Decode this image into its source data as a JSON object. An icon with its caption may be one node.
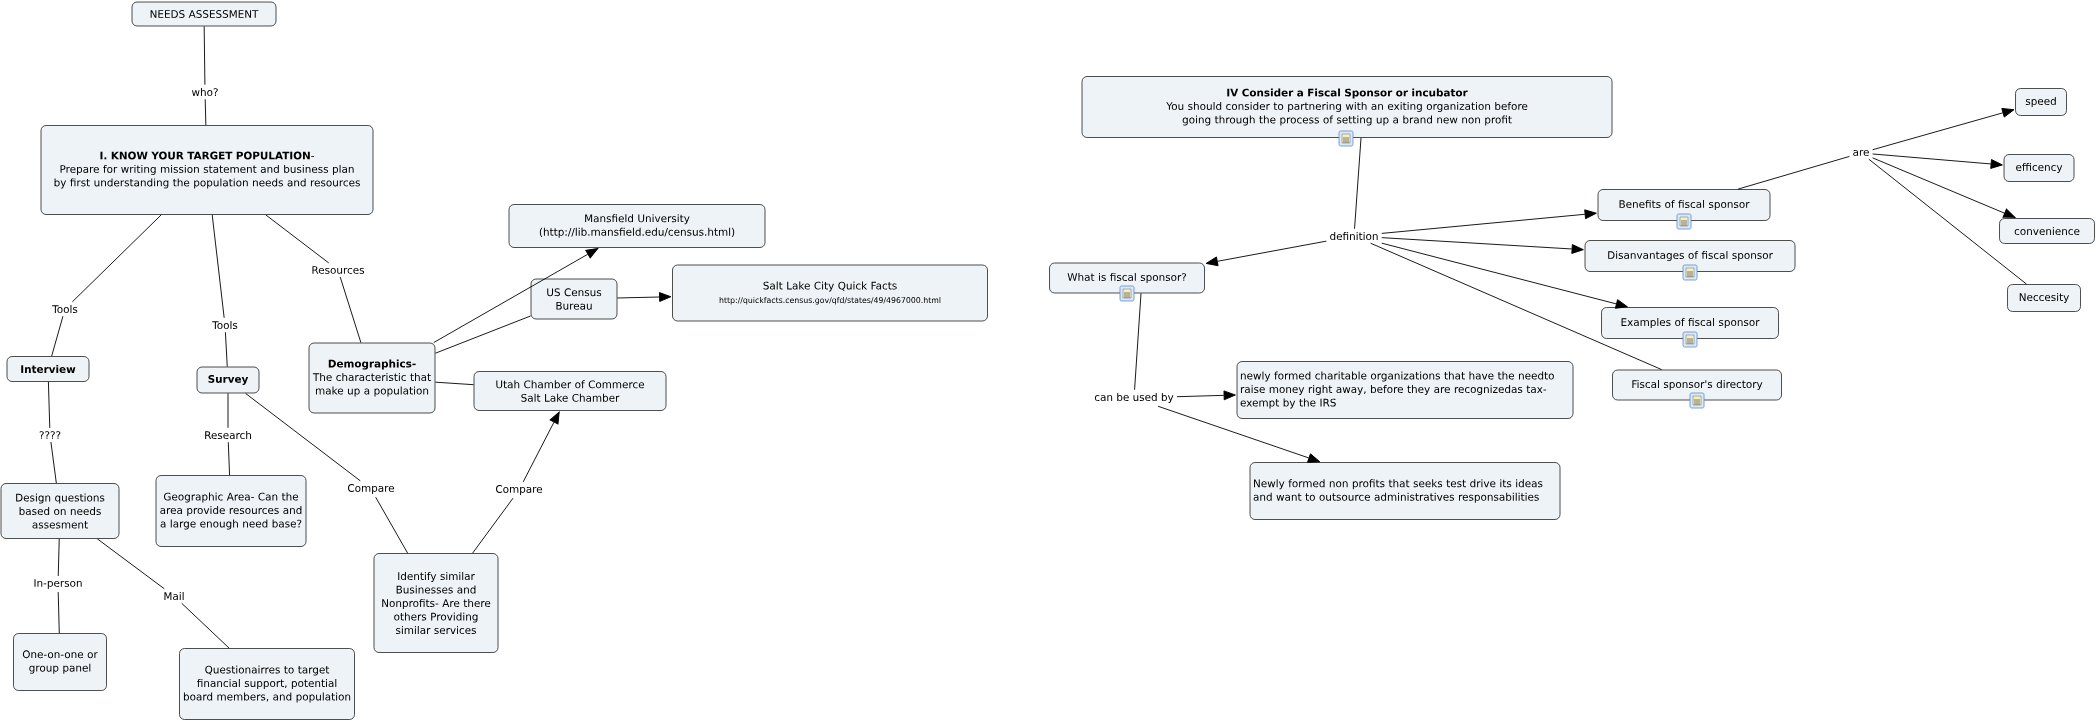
{
  "diagram": {
    "nodes": [
      {
        "text": [
          "NEEDS ASSESSMENT"
        ]
      },
      {
        "text": [
          "who?"
        ]
      },
      {
        "text": [
          "**I.  KNOW YOUR TARGET POPULATION**-",
          "Prepare for writing mission statement and business plan by first understanding the population needs and resources"
        ]
      },
      {
        "text": [
          "Tools"
        ]
      },
      {
        "text": [
          "Tools"
        ]
      },
      {
        "text": [
          "Resources"
        ]
      },
      {
        "text": [
          "Interview"
        ]
      },
      {
        "text": [
          "Survey"
        ]
      },
      {
        "text": [
          "Demographics-",
          "The characteristic that make up a population"
        ]
      },
      {
        "text": [
          "????"
        ]
      },
      {
        "text": [
          "Design questions based on needs assesment"
        ]
      },
      {
        "text": [
          "Research"
        ]
      },
      {
        "text": [
          "Geographic Area- Can the area provide resources and a large enough need base?"
        ]
      },
      {
        "text": [
          "Compare"
        ]
      },
      {
        "text": [
          "Mansfield University (http://lib.mansfield.edu/census.html)"
        ]
      },
      {
        "text": [
          "US Census Bureau"
        ]
      },
      {
        "text": [
          "Salt Lake City Quick Facts",
          "http://quickfacts.census.gov/qfd/states/49/4967000.html"
        ]
      },
      {
        "text": [
          "Utah Chamber of Commerce Salt Lake Chamber"
        ]
      },
      {
        "text": [
          "Compare"
        ]
      },
      {
        "text": [
          "Identify similar Businesses and Nonprofits- Are there others Providing similar services"
        ]
      },
      {
        "text": [
          "In-person"
        ]
      },
      {
        "text": [
          "Mail"
        ]
      },
      {
        "text": [
          "One-on-one or group panel"
        ]
      },
      {
        "text": [
          "Questionairres to target financial support, potential board members, and population"
        ]
      },
      {
        "text": [
          "IV Consider a Fiscal Sponsor or incubator",
          "You should consider to partnering with an exiting organization before going through the process of setting up a brand new non profit"
        ]
      },
      {
        "text": [
          "definition"
        ]
      },
      {
        "text": [
          "What is fiscal sponsor?"
        ]
      },
      {
        "text": [
          "Benefits of fiscal sponsor"
        ]
      },
      {
        "text": [
          "Disanvantages of fiscal sponsor"
        ]
      },
      {
        "text": [
          "Examples of fiscal sponsor"
        ]
      },
      {
        "text": [
          "Fiscal sponsor's directory"
        ]
      },
      {
        "text": [
          "can be used by"
        ]
      },
      {
        "text": [
          "newly formed charitable organizations that have the needto raise money right away, before they are recognizedas tax-exempt by the IRS"
        ]
      },
      {
        "text": [
          "Newly formed non profits that seeks test drive its ideas and want to outsource administratives responsabilities"
        ]
      },
      {
        "text": [
          "are"
        ]
      },
      {
        "text": [
          "speed"
        ]
      },
      {
        "text": [
          "efficency"
        ]
      },
      {
        "text": [
          "convenience"
        ]
      },
      {
        "text": [
          "Neccesity"
        ]
      }
    ],
    "edges": [
      {
        "from": 0,
        "to": 1,
        "arrow": "none"
      },
      {
        "from": 1,
        "to": 2,
        "arrow": "none"
      },
      {
        "from": 2,
        "to": 3,
        "arrow": "none"
      },
      {
        "from": 3,
        "to": 6,
        "arrow": "none"
      },
      {
        "from": 2,
        "to": 4,
        "arrow": "none"
      },
      {
        "from": 4,
        "to": 7,
        "arrow": "none"
      },
      {
        "from": 2,
        "to": 5,
        "arrow": "none"
      },
      {
        "from": 5,
        "to": 8,
        "arrow": "none"
      },
      {
        "from": 6,
        "to": 9,
        "arrow": "none"
      },
      {
        "from": 9,
        "to": 10,
        "arrow": "none"
      },
      {
        "from": 7,
        "to": 11,
        "arrow": "none"
      },
      {
        "from": 11,
        "to": 12,
        "arrow": "none"
      },
      {
        "from": 7,
        "to": 13,
        "arrow": "none"
      },
      {
        "from": 13,
        "to": 19,
        "arrow": "none"
      },
      {
        "from": 8,
        "to": 14,
        "arrow": "to"
      },
      {
        "from": 8,
        "to": 15,
        "arrow": "none"
      },
      {
        "from": 15,
        "to": 16,
        "arrow": "to"
      },
      {
        "from": 8,
        "to": 17,
        "arrow": "none"
      },
      {
        "from": 19,
        "to": 18,
        "arrow": "none"
      },
      {
        "from": 18,
        "to": 17,
        "arrow": "to"
      },
      {
        "from": 10,
        "to": 20,
        "arrow": "none"
      },
      {
        "from": 20,
        "to": 22,
        "arrow": "none"
      },
      {
        "from": 10,
        "to": 21,
        "arrow": "none"
      },
      {
        "from": 21,
        "to": 23,
        "arrow": "none"
      },
      {
        "from": 24,
        "to": 25,
        "arrow": "none"
      },
      {
        "from": 25,
        "to": 26,
        "arrow": "to"
      },
      {
        "from": 25,
        "to": 27,
        "arrow": "to"
      },
      {
        "from": 25,
        "to": 28,
        "arrow": "to"
      },
      {
        "from": 25,
        "to": 29,
        "arrow": "to"
      },
      {
        "from": 25,
        "to": 30,
        "arrow": "none"
      },
      {
        "from": 26,
        "to": 31,
        "arrow": "none"
      },
      {
        "from": 31,
        "to": 32,
        "arrow": "to"
      },
      {
        "from": 31,
        "to": 33,
        "arrow": "to"
      },
      {
        "from": 27,
        "to": 34,
        "arrow": "none"
      },
      {
        "from": 34,
        "to": 35,
        "arrow": "to"
      },
      {
        "from": 34,
        "to": 36,
        "arrow": "to"
      },
      {
        "from": 34,
        "to": 37,
        "arrow": "to"
      },
      {
        "from": 34,
        "to": 38,
        "arrow": "none"
      }
    ]
  }
}
